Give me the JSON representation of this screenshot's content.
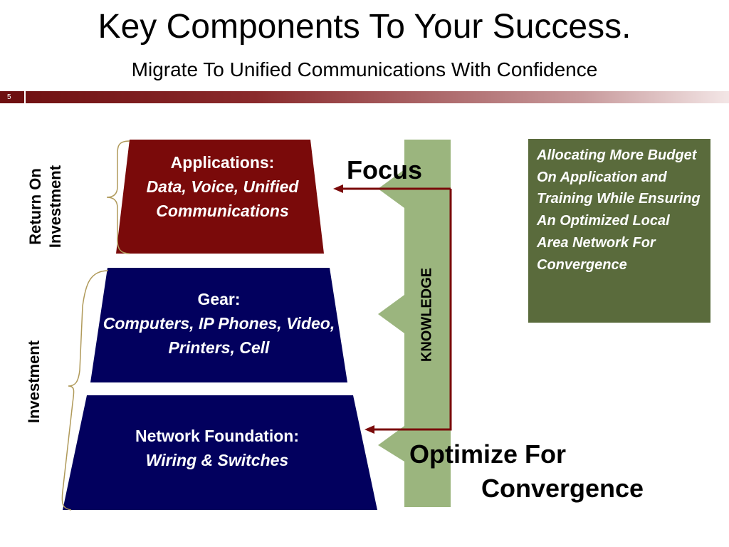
{
  "title": "Key Components To Your Success.",
  "subtitle": "Migrate To Unified Communications With Confidence",
  "slide_number": "5",
  "tiers": [
    {
      "heading": "Applications:",
      "detail": "Data, Voice, Unified Communications",
      "color": "#7a0a0a"
    },
    {
      "heading": "Gear:",
      "detail": "Computers, IP Phones, Video, Printers, Cell",
      "color": "#02005e"
    },
    {
      "heading": "Network Foundation:",
      "detail": "Wiring & Switches",
      "color": "#02005e"
    }
  ],
  "side_labels": {
    "roi_line1": "Return On",
    "roi_line2": "Investment",
    "investment": "Investment"
  },
  "knowledge": "KNOWLEDGE",
  "focus": "Focus",
  "optimize_line1": "Optimize For",
  "optimize_line2": "Convergence",
  "note": "Allocating More Budget On Application and Training While Ensuring An Optimized Local Area Network For Convergence",
  "colors": {
    "knowledge_bar": "#9bb57e",
    "arrow": "#7a0a0a",
    "brace": "#b09a5a",
    "note_bg": "#5a6b3c"
  }
}
